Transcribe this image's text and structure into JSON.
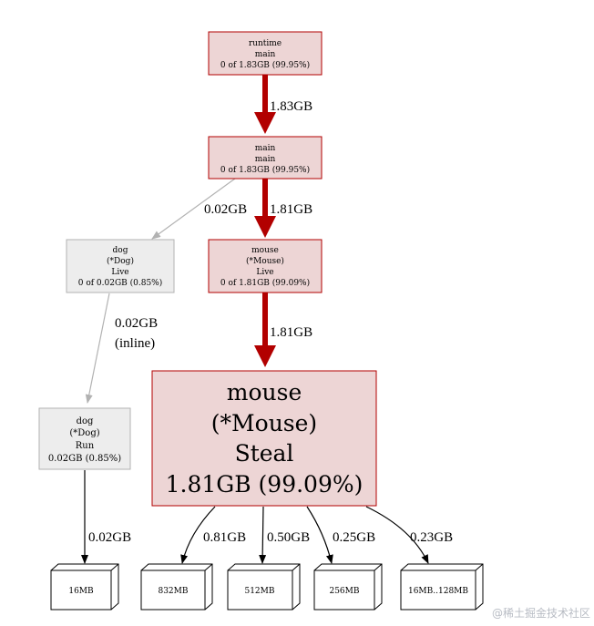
{
  "colors": {
    "hot_fill": "#edd5d5",
    "hot_stroke": "#b20000",
    "hot_edge": "#b20000",
    "cold_fill": "#ededed",
    "cold_stroke": "#b2b2b2",
    "cold_edge": "#b2b2b2",
    "leaf_edge": "#000000"
  },
  "nodes": {
    "runtime_main": {
      "line1": "runtime",
      "line2": "main",
      "line3": "0 of 1.83GB (99.95%)"
    },
    "main_main": {
      "line1": "main",
      "line2": "main",
      "line3": "0 of 1.83GB (99.95%)"
    },
    "dog_live": {
      "line1": "dog",
      "line2": "(*Dog)",
      "line3": "Live",
      "line4": "0 of 0.02GB (0.85%)"
    },
    "mouse_live": {
      "line1": "mouse",
      "line2": "(*Mouse)",
      "line3": "Live",
      "line4": "0 of 1.81GB (99.09%)"
    },
    "dog_run": {
      "line1": "dog",
      "line2": "(*Dog)",
      "line3": "Run",
      "line4": "0.02GB (0.85%)"
    },
    "mouse_steal": {
      "line1": "mouse",
      "line2": "(*Mouse)",
      "line3": "Steal",
      "line4": "1.81GB (99.09%)"
    }
  },
  "leaves": [
    "16MB",
    "832MB",
    "512MB",
    "256MB",
    "16MB..128MB"
  ],
  "edges": {
    "runtime_to_main": "1.83GB",
    "main_to_dog": "0.02GB",
    "main_to_mouse": "1.81GB",
    "dog_live_to_run": "0.02GB",
    "dog_live_to_run_note": "(inline)",
    "mouse_live_to_steal": "1.81GB",
    "dog_run_to_leaf": "0.02GB",
    "steal_to_832": "0.81GB",
    "steal_to_512": "0.50GB",
    "steal_to_256": "0.25GB",
    "steal_to_range": "0.23GB"
  },
  "watermark": "@稀土掘金技术社区"
}
